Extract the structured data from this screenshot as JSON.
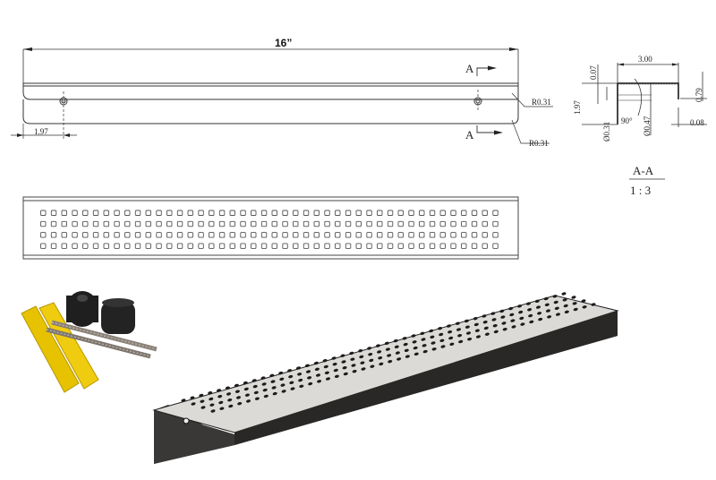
{
  "front_view": {
    "overall_length": "16”",
    "hole_offset": "1.97",
    "radius_top": "R0.31",
    "radius_bottom": "R0.31",
    "section_mark_top": "A",
    "section_mark_bottom": "A"
  },
  "section_view": {
    "width": "3.00",
    "thickness": "0.07",
    "height": "1.97",
    "lip_height": "0.79",
    "lip_thickness": "0.08",
    "hole_dia_small": "Ø0.31",
    "hole_dia_large": "Ø0.47",
    "angle": "90°",
    "title": "A-A",
    "scale": "1 : 3"
  },
  "top_view": {
    "hole_rows": 4,
    "hole_cols": 44
  },
  "hardware": {
    "items": [
      "yellow wall anchor",
      "yellow wall anchor",
      "black rubber spacer",
      "black rubber spacer",
      "stainless screw",
      "stainless screw"
    ]
  },
  "render_3d": {
    "description": "perforated stainless steel shelf bracket render",
    "hole_rows": 4
  }
}
